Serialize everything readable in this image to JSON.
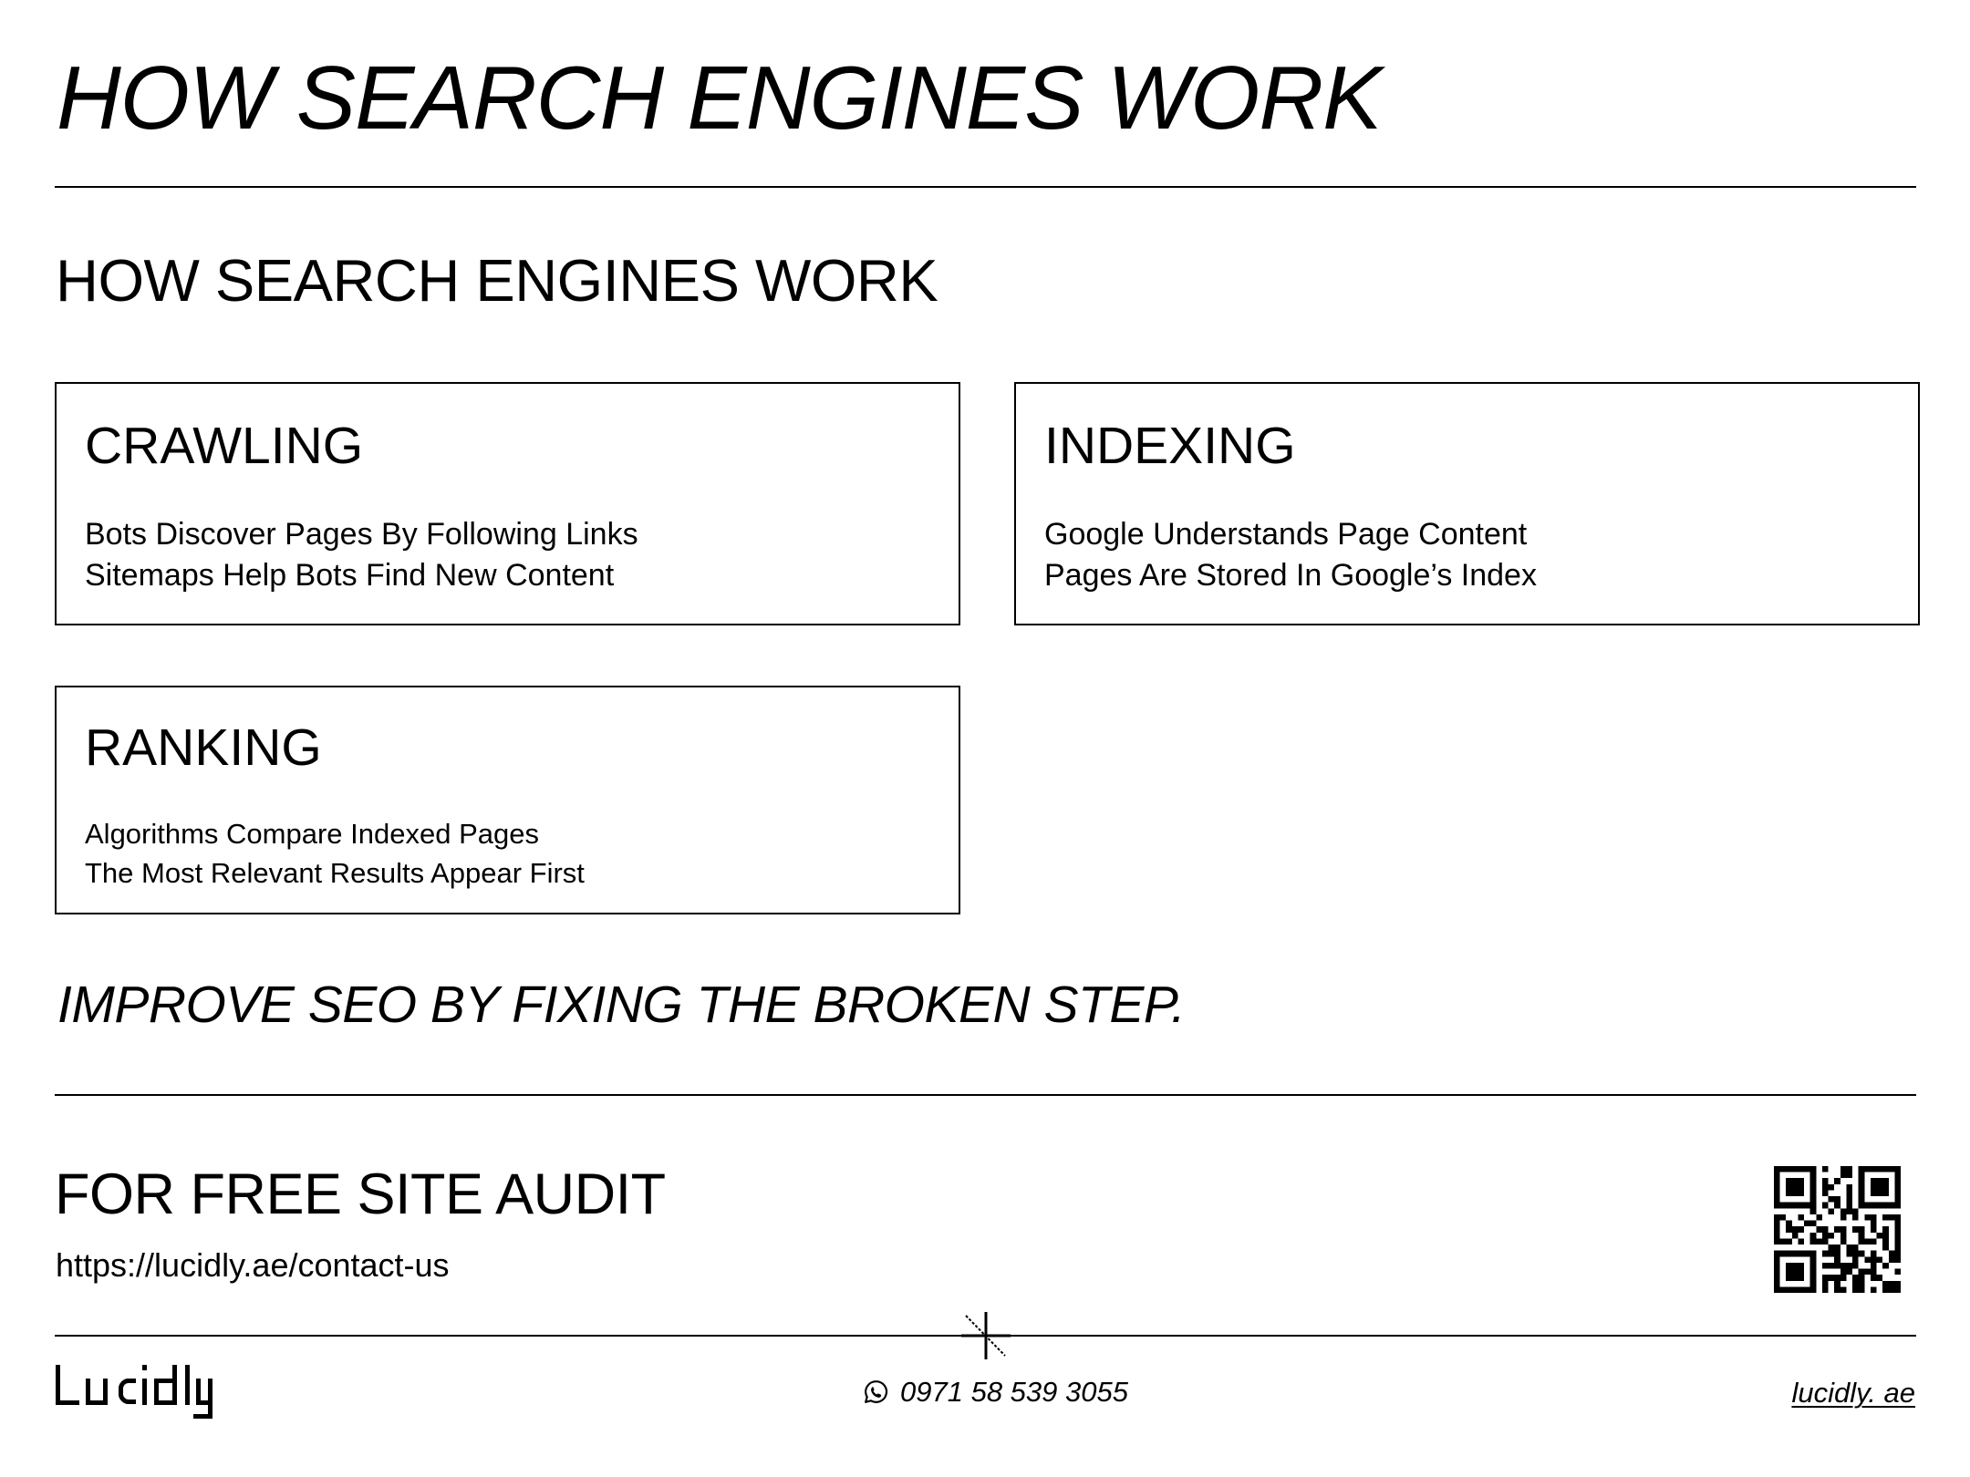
{
  "header": {
    "title": "HOW SEARCH ENGINES WORK"
  },
  "section": {
    "heading": "HOW SEARCH ENGINES WORK",
    "cards": [
      {
        "title": "CRAWLING",
        "lines": [
          "Bots Discover Pages By Following Links",
          "Sitemaps Help Bots Find New Content"
        ]
      },
      {
        "title": "INDEXING",
        "lines": [
          "Google Understands Page Content",
          "Pages Are Stored In Google’s Index"
        ]
      },
      {
        "title": "RANKING",
        "lines": [
          "Algorithms Compare Indexed Pages",
          "The Most Relevant Results Appear First"
        ]
      }
    ],
    "tagline": "IMPROVE SEO BY FIXING THE BROKEN STEP."
  },
  "cta": {
    "heading": "FOR FREE SITE AUDIT",
    "url": "https://lucidly.ae/contact-us",
    "qr_icon": "qr-code"
  },
  "footer": {
    "logo": "Lucidly",
    "divider_mark_icon": "crosshair-star",
    "phone_icon": "whatsapp-icon",
    "phone": "0971 58 539 3055",
    "website": "lucidly. ae"
  },
  "colors": {
    "text": "#000000",
    "background": "#ffffff",
    "rule": "#000000"
  }
}
